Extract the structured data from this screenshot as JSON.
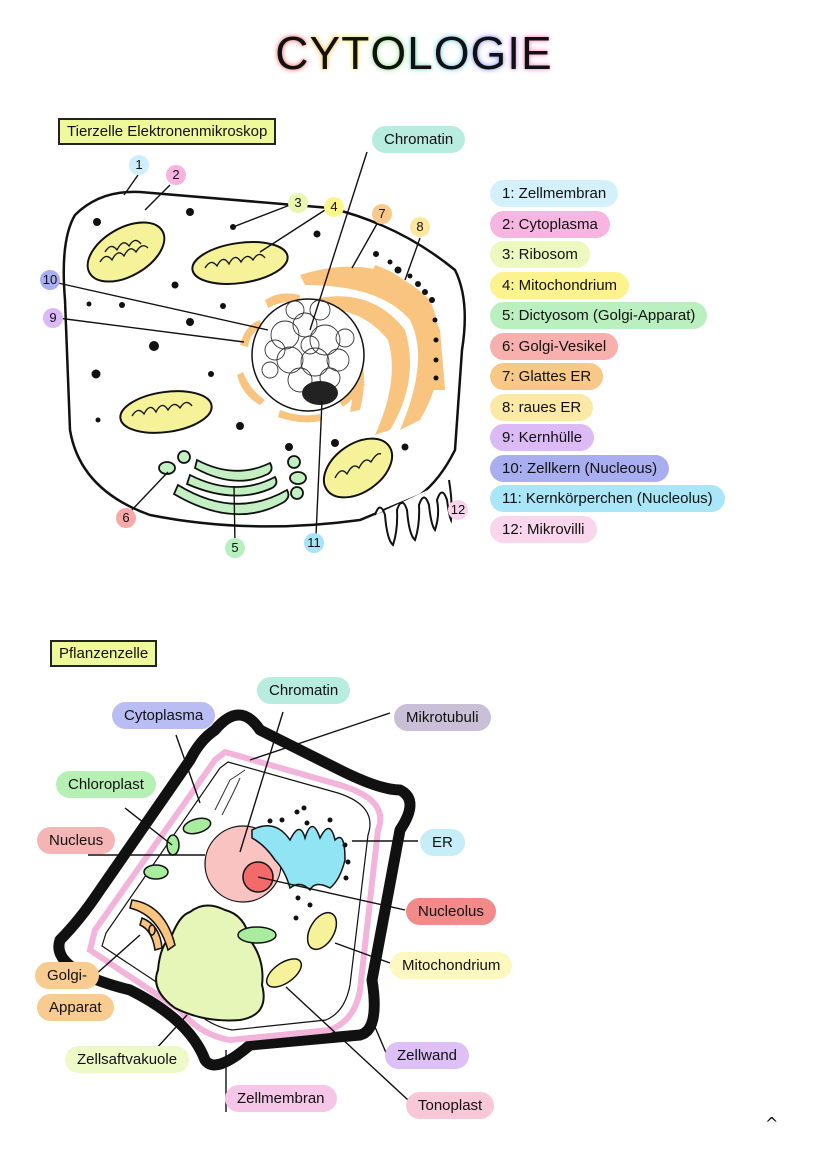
{
  "title": {
    "letters": [
      "C",
      "Y",
      "T",
      "O",
      "L",
      "O",
      "G",
      "I",
      "E"
    ],
    "colors": [
      "#f08a8a",
      "#f5c96a",
      "#f2ea7a",
      "#a8e6a0",
      "#8fe0c8",
      "#90d4f0",
      "#a0a8f0",
      "#d0a0f0",
      "#f4a0d0"
    ]
  },
  "animal": {
    "heading": "Tierzelle Elektronenmikroskop",
    "chromatin_label": "Chromatin",
    "numbers": [
      {
        "n": "1",
        "color": "#cdeefb"
      },
      {
        "n": "2",
        "color": "#f6b3e0"
      },
      {
        "n": "3",
        "color": "#eaf7b0"
      },
      {
        "n": "4",
        "color": "#fdf58a"
      },
      {
        "n": "5",
        "color": "#b8efbe"
      },
      {
        "n": "6",
        "color": "#f6aaa8"
      },
      {
        "n": "7",
        "color": "#f8c98a"
      },
      {
        "n": "8",
        "color": "#fbe7a0"
      },
      {
        "n": "9",
        "color": "#dcb8f6"
      },
      {
        "n": "10",
        "color": "#a8aef0"
      },
      {
        "n": "11",
        "color": "#a6e4f6"
      },
      {
        "n": "12",
        "color": "#f8d4ec"
      }
    ],
    "legend": [
      {
        "label": "1: Zellmembran",
        "color": "#d4f1fb"
      },
      {
        "label": "2: Cytoplasma",
        "color": "#f7b6e1"
      },
      {
        "label": "3: Ribosom",
        "color": "#ebf8be"
      },
      {
        "label": "4: Mitochondrium",
        "color": "#fdf38e"
      },
      {
        "label": "5: Dictyosom (Golgi-Apparat)",
        "color": "#baf0bf"
      },
      {
        "label": "6: Golgi-Vesikel",
        "color": "#f7b0ae"
      },
      {
        "label": "7: Glattes ER",
        "color": "#f8c888"
      },
      {
        "label": "8: raues ER",
        "color": "#fce9a6"
      },
      {
        "label": "9: Kernhülle",
        "color": "#dcbaf6"
      },
      {
        "label": "10: Zellkern (Nucleous)",
        "color": "#a9aef0"
      },
      {
        "label": "11: Kernkörperchen (Nucleolus)",
        "color": "#a9e6f7"
      },
      {
        "label": "12: Mikrovilli",
        "color": "#f9d6ec"
      }
    ]
  },
  "plant": {
    "heading": "Pflanzenzelle",
    "labels": {
      "chromatin": {
        "text": "Chromatin",
        "color": "#b8ecde"
      },
      "cytoplasma": {
        "text": "Cytoplasma",
        "color": "#b9bdf3"
      },
      "mikrotubuli": {
        "text": "Mikrotubuli",
        "color": "#c9bfd6"
      },
      "chloroplast": {
        "text": "Chloroplast",
        "color": "#b7f0b4"
      },
      "nucleus": {
        "text": "Nucleus",
        "color": "#f6b5b5"
      },
      "er": {
        "text": "ER",
        "color": "#c5eef8"
      },
      "nucleolus": {
        "text": "Nucleolus",
        "color": "#f28a8a"
      },
      "mitochondrium": {
        "text": "Mitochondrium",
        "color": "#fcf8c0"
      },
      "golgi_1": {
        "text": "Golgi-",
        "color": "#f8cc90"
      },
      "golgi_2": {
        "text": "Apparat",
        "color": "#f8cc90"
      },
      "zellsaftvakuole": {
        "text": "Zellsaftvakuole",
        "color": "#eef9c8"
      },
      "zellwand": {
        "text": "Zellwand",
        "color": "#dcc0f6"
      },
      "zellmembran": {
        "text": "Zellmembran",
        "color": "#f6c6e8"
      },
      "tonoplast": {
        "text": "Tonoplast",
        "color": "#f8c8d8"
      }
    }
  },
  "page_mark": "^"
}
